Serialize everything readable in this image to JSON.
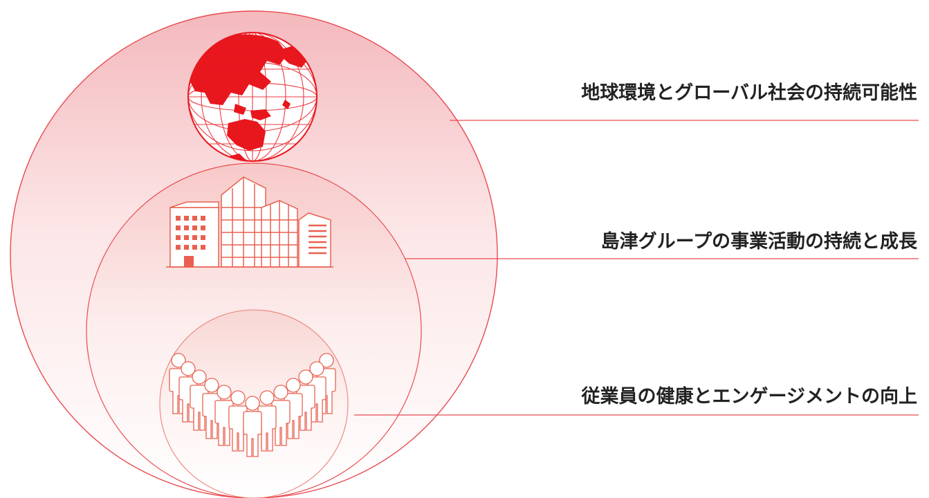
{
  "diagram": {
    "colors": {
      "accent": "#e8171e",
      "line": "#e84a4f",
      "text": "#222222",
      "fill_top": "#f4b9bd",
      "fill_bottom": "#ffffff"
    },
    "layers": [
      {
        "id": "global",
        "label": "地球環境とグローバル社会の持続可能性",
        "icon": "globe-icon"
      },
      {
        "id": "company",
        "label": "島津グループの事業活動の持続と成長",
        "icon": "building-icon"
      },
      {
        "id": "employees",
        "label": "従業員の健康とエンゲージメントの向上",
        "icon": "people-icon"
      }
    ]
  }
}
